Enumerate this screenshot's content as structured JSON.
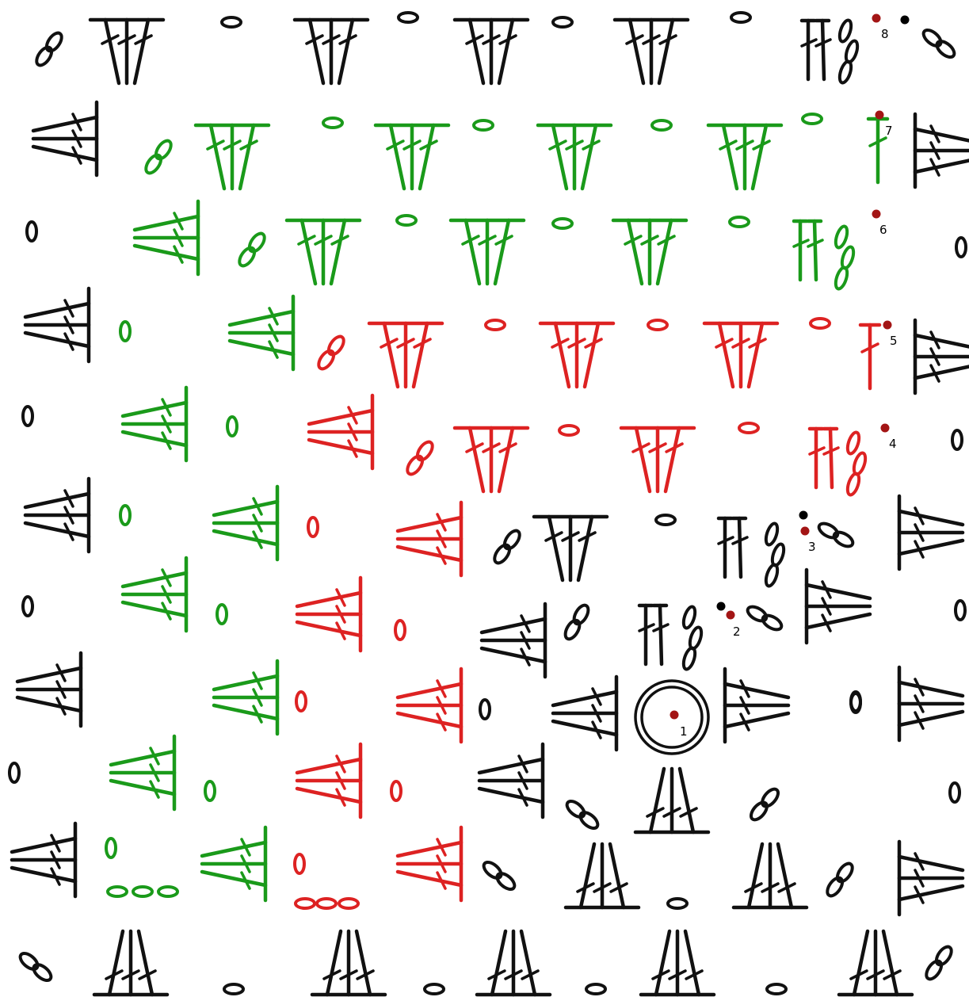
{
  "colors": {
    "black": "#111111",
    "green": "#1a9a1a",
    "red": "#dd2222",
    "start_marker": "#a31515",
    "end_marker": "#000000"
  },
  "symbols": {
    "treble_cluster": "three-treble-crochet-cluster",
    "chain": "chain-stitch",
    "turning_chain": "turning-chain",
    "magic_ring": "magic-ring"
  },
  "rounds": [
    {
      "label": "1",
      "color": "black"
    },
    {
      "label": "2",
      "color": "black"
    },
    {
      "label": "3",
      "color": "black"
    },
    {
      "label": "4",
      "color": "red"
    },
    {
      "label": "5",
      "color": "red"
    },
    {
      "label": "6",
      "color": "green"
    },
    {
      "label": "7",
      "color": "green"
    },
    {
      "label": "8",
      "color": "black"
    }
  ]
}
